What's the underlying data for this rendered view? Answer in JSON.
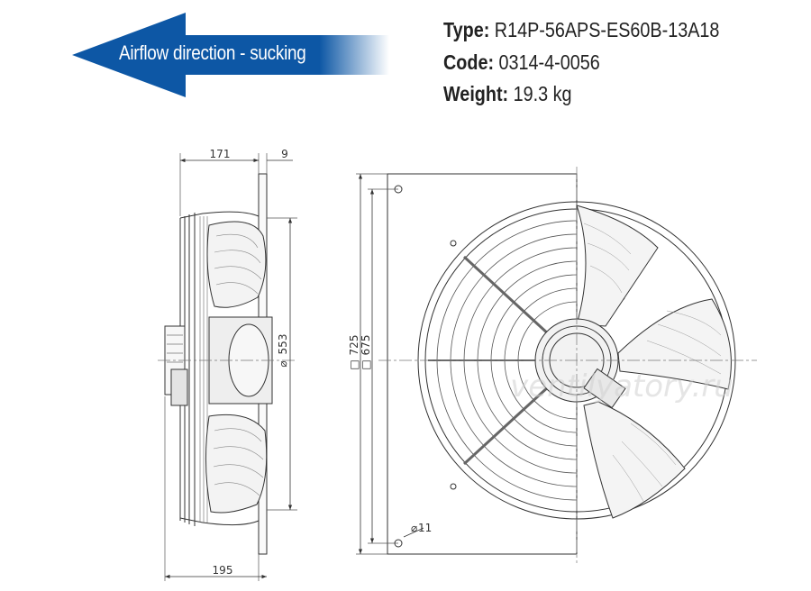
{
  "airflow": {
    "label": "Airflow direction - sucking"
  },
  "specs": [
    {
      "key": "Type:",
      "value": "R14P-56APS-ES60B-13A18"
    },
    {
      "key": "Code:",
      "value": "0314-4-0056"
    },
    {
      "key": "Weight:",
      "value": "19.3 kg"
    }
  ],
  "dimensions": {
    "depth_total": "195",
    "depth_motor": "171",
    "plate_thickness": "9",
    "diameter_inlet": "553",
    "square_outer": "725",
    "square_holes": "675",
    "hole_diameter": "11"
  },
  "colors": {
    "arrow": "#0d57a5",
    "line": "#333333"
  },
  "watermark": "ventilyatory.ru"
}
